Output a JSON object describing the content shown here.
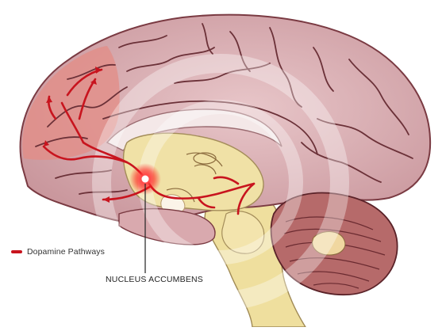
{
  "legend": {
    "label": "Dopamine Pathways"
  },
  "callout": {
    "label": "NUCLEUS ACCUMBENS"
  },
  "colors": {
    "pathway": "#c8141e",
    "cortex": "#ddb1b6",
    "cortex_dark": "#6b3138",
    "frontal_highlight": "#e38c86",
    "brainstem": "#efdf9e",
    "cerebellum": "#b66a6a",
    "nucleus_glow": "#ff1a1a"
  },
  "icons": {
    "legend": "red-line-swatch",
    "callout": "leader-line"
  }
}
